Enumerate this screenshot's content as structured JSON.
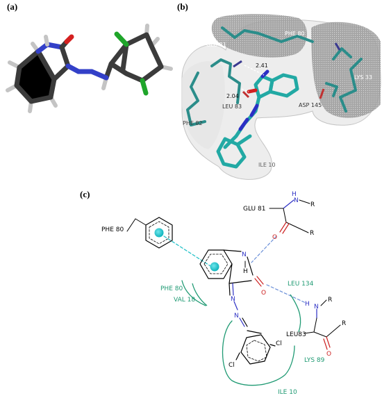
{
  "panels": {
    "a": "(a)",
    "b": "(b)",
    "c": "(c)"
  },
  "panel_b": {
    "residues": [
      "GLU 81",
      "PHE 80",
      "LYS 33",
      "PHE 82",
      "LEU 83",
      "ASP 145",
      "ILE 10"
    ],
    "distances": [
      "2.41",
      "2.04"
    ]
  },
  "panel_c": {
    "residues": {
      "phe80_top": "PHE 80",
      "glu81": "GLU 81",
      "leu134": "LEU 134",
      "phe80_pocket": "PHE 80",
      "val18": "VAL 18",
      "leu83": "LEU83",
      "lys89": "LYS 89",
      "ile10": "ILE 10"
    },
    "atoms": {
      "n_indole": "N",
      "h_indole": "H",
      "o_indole": "O",
      "n_hyd1": "N",
      "n_hyd2": "N",
      "cl1": "Cl",
      "cl2": "Cl",
      "nh_glu_n": "N",
      "nh_glu_h": "H",
      "r_glu_n": "R",
      "o_glu": "O",
      "r_glu_c": "R",
      "nh_leu_h": "H",
      "nh_leu_n": "N",
      "r_leu_n": "R",
      "r_leu_c": "R",
      "o_leu": "O"
    }
  },
  "colors": {
    "carbon_a": "#3a3a3a",
    "carbon_b": "#2aa7a3",
    "nitrogen": "#2b2fc4",
    "oxygen": "#d42020",
    "chlorine": "#1fa52a",
    "hydrogen": "#c8c8c8",
    "hbond": "#6a8fd8",
    "pi": "#27c2c9",
    "hydrophobic": "#1f9a73"
  }
}
